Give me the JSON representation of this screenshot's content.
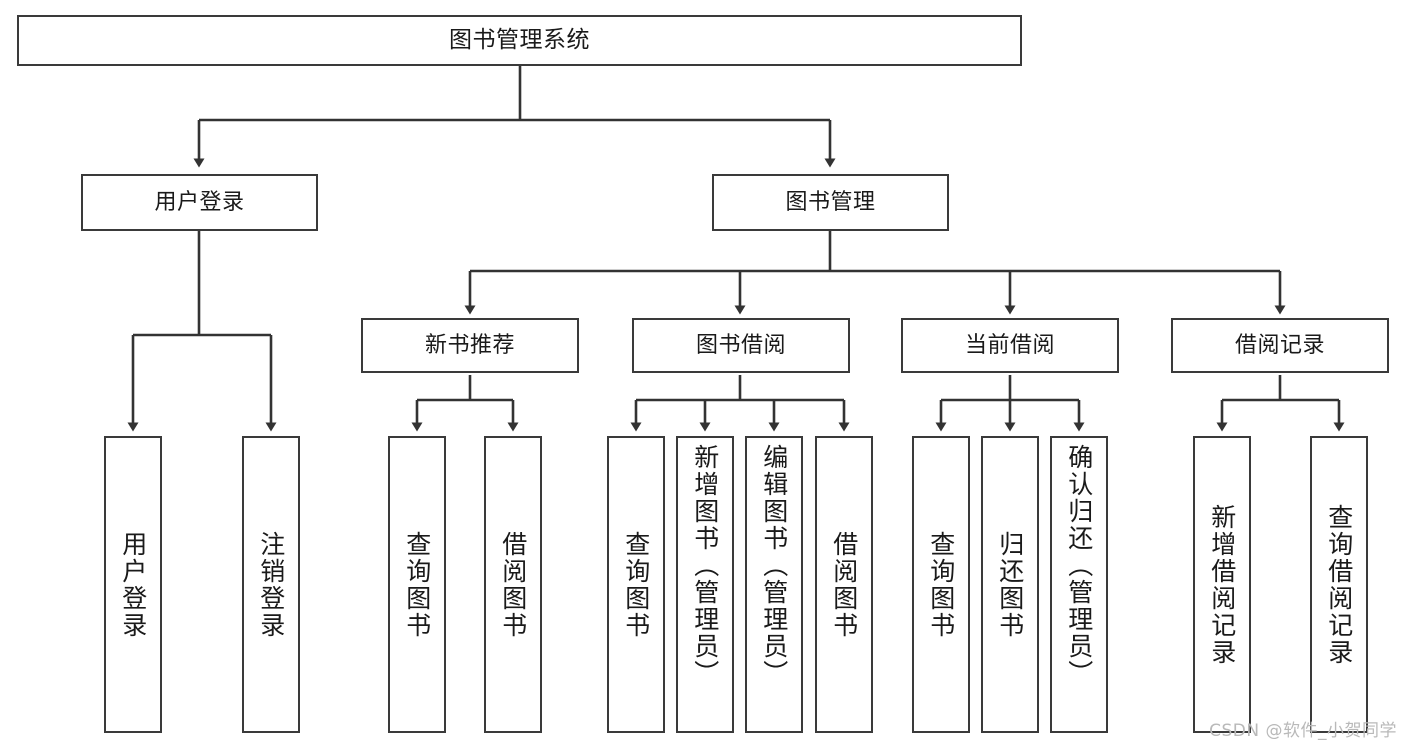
{
  "diagram": {
    "title": "图书管理系统",
    "type": "tree-hierarchy",
    "watermark": "CSDN @软件_小贺同学",
    "colors": {
      "box_border": "#3a3a3a",
      "box_fill": "#ffffff",
      "edge": "#333333",
      "text": "#1a1a1a",
      "watermark": "#b9b9b9",
      "background": "#ffffff"
    },
    "root": {
      "id": "root",
      "label": "图书管理系统"
    },
    "level2": [
      {
        "id": "l2-0",
        "label": "用户登录"
      },
      {
        "id": "l2-1",
        "label": "图书管理"
      }
    ],
    "level3": [
      {
        "id": "l3-0",
        "label": "新书推荐"
      },
      {
        "id": "l3-1",
        "label": "图书借阅"
      },
      {
        "id": "l3-2",
        "label": "当前借阅"
      },
      {
        "id": "l3-3",
        "label": "借阅记录"
      }
    ],
    "leaves": [
      {
        "id": "leaf-0",
        "label": "用户登录",
        "parent": "用户登录"
      },
      {
        "id": "leaf-1",
        "label": "注销登录",
        "parent": "用户登录"
      },
      {
        "id": "leaf-2",
        "label": "查询图书",
        "parent": "新书推荐"
      },
      {
        "id": "leaf-3",
        "label": "借阅图书",
        "parent": "新书推荐"
      },
      {
        "id": "leaf-4",
        "label": "查询图书",
        "parent": "图书借阅"
      },
      {
        "id": "leaf-5",
        "label": "新增图书（管理员）",
        "parent": "图书借阅"
      },
      {
        "id": "leaf-6",
        "label": "编辑图书（管理员）",
        "parent": "图书借阅"
      },
      {
        "id": "leaf-7",
        "label": "借阅图书",
        "parent": "图书借阅"
      },
      {
        "id": "leaf-8",
        "label": "查询图书",
        "parent": "当前借阅"
      },
      {
        "id": "leaf-9",
        "label": "归还图书",
        "parent": "当前借阅"
      },
      {
        "id": "leaf-10",
        "label": "确认归还（管理员）",
        "parent": "当前借阅"
      },
      {
        "id": "leaf-11",
        "label": "新增借阅记录",
        "parent": "借阅记录"
      },
      {
        "id": "leaf-12",
        "label": "查询借阅记录",
        "parent": "借阅记录"
      }
    ]
  }
}
